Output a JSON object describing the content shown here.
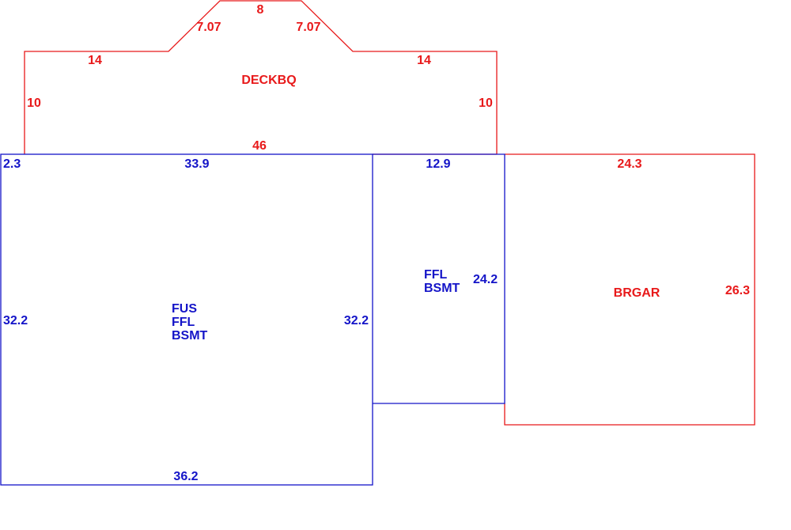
{
  "colors": {
    "red": "#e8191a",
    "blue": "#1414c8"
  },
  "deck": {
    "name": "DECKBQ",
    "top": "8",
    "diag_left": "7.07",
    "diag_right": "7.07",
    "upper_left": "14",
    "upper_right": "14",
    "side_left": "10",
    "side_right": "10",
    "bottom": "46"
  },
  "main": {
    "label_lines": [
      "FUS",
      "FFL",
      "BSMT"
    ],
    "corner": "2.3",
    "top": "33.9",
    "left": "32.2",
    "right": "32.2",
    "bottom": "36.2"
  },
  "middle": {
    "label_lines": [
      "FFL",
      "BSMT"
    ],
    "top": "12.9",
    "right": "24.2"
  },
  "garage": {
    "name": "BRGAR",
    "top": "24.3",
    "right": "26.3"
  }
}
